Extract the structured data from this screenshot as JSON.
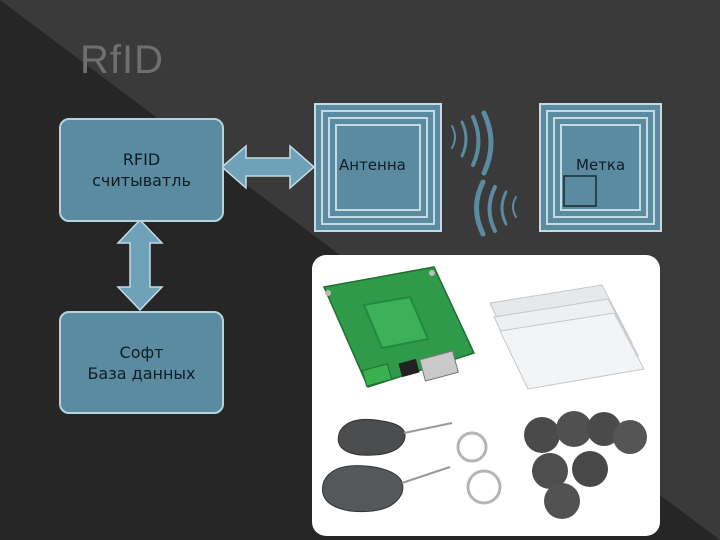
{
  "title": "RfID",
  "reader": {
    "line1": "RFID",
    "line2": "считыватль"
  },
  "antenna": {
    "label": "Антенна"
  },
  "tag": {
    "label": "Метка"
  },
  "software": {
    "line1": "Софт",
    "line2": "База данных"
  },
  "colors": {
    "background": "#262626",
    "box_fill": "#5b8ba0",
    "arrow": "#6fa1b8",
    "title": "#6f6f6f"
  },
  "photo": {
    "icons": [
      "rfid-reader-board-icon",
      "blank-cards-icon",
      "keyfob-tags-icon",
      "coin-tags-icon"
    ]
  }
}
